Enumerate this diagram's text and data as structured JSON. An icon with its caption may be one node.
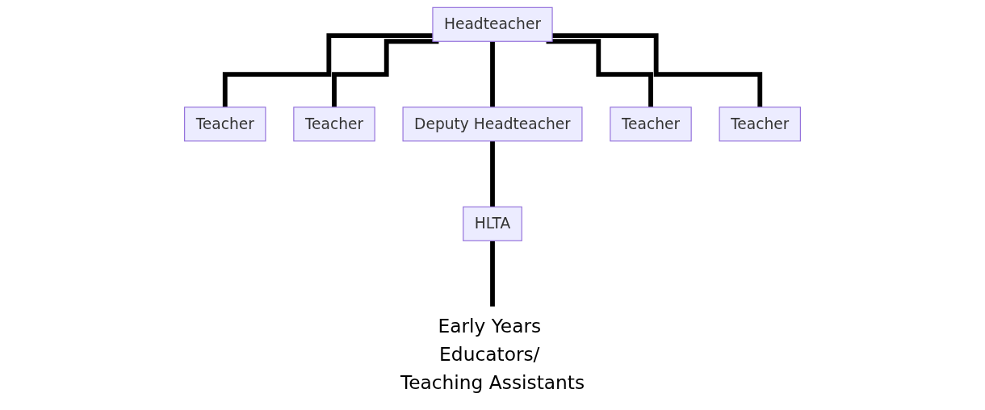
{
  "diagram": {
    "nodes": [
      {
        "text": [
          "Headteacher"
        ]
      },
      {
        "text": [
          "Teacher"
        ]
      },
      {
        "text": [
          "Teacher"
        ]
      },
      {
        "text": [
          "Deputy Headteacher"
        ]
      },
      {
        "text": [
          "Teacher"
        ]
      },
      {
        "text": [
          "Teacher"
        ]
      },
      {
        "text": [
          "HLTA"
        ]
      },
      {
        "text": [
          "Early Years Educators/ Teaching Assistants"
        ]
      }
    ],
    "edges": [
      {
        "from": 0,
        "to": 1,
        "arrow": "none"
      },
      {
        "from": 0,
        "to": 2,
        "arrow": "none"
      },
      {
        "from": 0,
        "to": 3,
        "arrow": "none"
      },
      {
        "from": 0,
        "to": 4,
        "arrow": "none"
      },
      {
        "from": 0,
        "to": 5,
        "arrow": "none"
      },
      {
        "from": 3,
        "to": 6,
        "arrow": "none"
      },
      {
        "from": 6,
        "to": 7,
        "arrow": "none"
      }
    ]
  }
}
